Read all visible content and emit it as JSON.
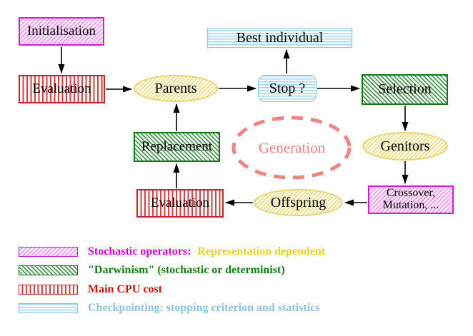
{
  "diagram": {
    "nodes": {
      "initialisation": {
        "label": "Initialisation"
      },
      "evaluation_top": {
        "label": "Evaluation"
      },
      "parents": {
        "label": "Parents"
      },
      "best_individual": {
        "label": "Best individual"
      },
      "stop": {
        "label": "Stop ?"
      },
      "selection": {
        "label": "Selection"
      },
      "genitors": {
        "label": "Genitors"
      },
      "crossover": {
        "line1": "Crossover,",
        "line2": "Mutation, ..."
      },
      "offspring": {
        "label": "Offspring"
      },
      "evaluation_bottom": {
        "label": "Evaluation"
      },
      "replacement": {
        "label": "Replacement"
      },
      "generation": {
        "label": "Generation"
      }
    },
    "edges": [
      "initialisation->evaluation_top",
      "evaluation_top->parents",
      "parents->stop",
      "stop->best_individual",
      "stop->selection",
      "selection->genitors",
      "genitors->crossover",
      "crossover->offspring",
      "offspring->evaluation_bottom",
      "evaluation_bottom->replacement",
      "replacement->parents"
    ]
  },
  "legend": {
    "items": [
      {
        "swatch": "magenta-diagonal-hatch",
        "text": "Stochastic operators:",
        "text2": "Representation dependent"
      },
      {
        "swatch": "green-diagonal-hatch",
        "text": "\"Darwinism\" (stochastic or determinist)"
      },
      {
        "swatch": "red-vertical-lines",
        "text": "Main CPU cost"
      },
      {
        "swatch": "cyan-horizontal-lines",
        "text": "Checkpointing: stopping criterion and statistics"
      }
    ]
  },
  "colors": {
    "magenta-border": "#cc22cc",
    "magenta-line": "#ee99ee",
    "red-border": "#b92a2a",
    "red-line": "#c64848",
    "green-border": "#157a15",
    "green-line": "#4f9758",
    "cyan-border": "#93c6dc",
    "cyan-line": "#abd6e8",
    "yellow-border": "#e7d470",
    "yellow-line": "#eddf91",
    "salmon": "#ee8585",
    "arrow-color": "#000000",
    "legend-magenta-text": "#cc00cc",
    "legend-gold-text": "#eecc33",
    "legend-green-text": "#1a7a1a",
    "legend-red-text": "#cc1111",
    "legend-cyan-text": "#8fc2e0"
  }
}
